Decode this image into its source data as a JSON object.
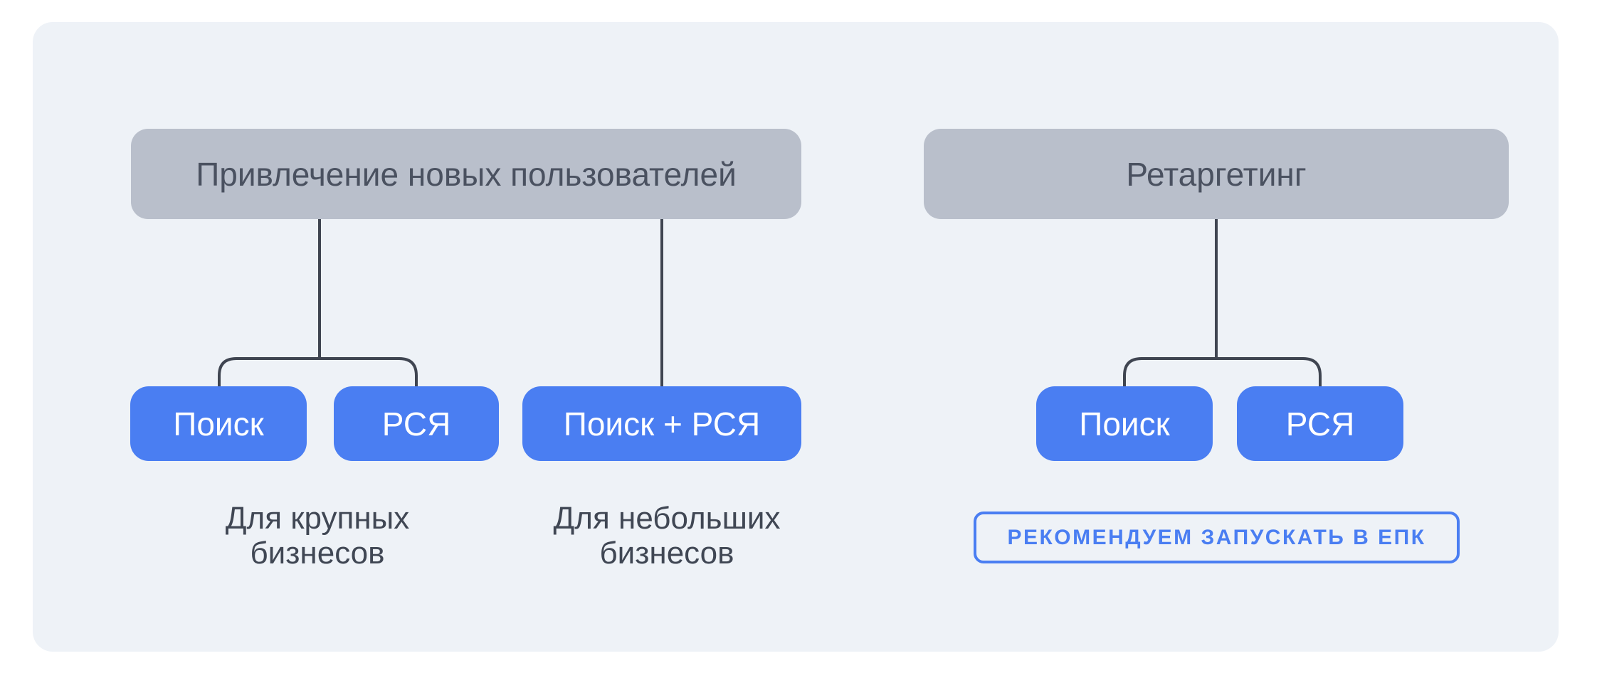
{
  "colors": {
    "page-bg": "#ffffff",
    "panel-bg": "#eef2f7",
    "node-bg": "#b9bfcb",
    "node-text": "#4a5160",
    "accent-blue": "#4a7ef2",
    "pill-text": "#ffffff",
    "line": "#3f4551",
    "caption-text": "#404754"
  },
  "diagram": {
    "left_tree": {
      "root": "Привлечение новых пользователей",
      "branch_split": {
        "options": [
          "Поиск",
          "РСЯ"
        ],
        "caption": "Для крупных\nбизнесов"
      },
      "branch_single": {
        "option": "Поиск + РСЯ",
        "caption": "Для небольших\nбизнесов"
      }
    },
    "right_tree": {
      "root": "Ретаргетинг",
      "options": [
        "Поиск",
        "РСЯ"
      ],
      "recommendation": "РЕКОМЕНДУЕМ ЗАПУСКАТЬ В ЕПК"
    }
  }
}
